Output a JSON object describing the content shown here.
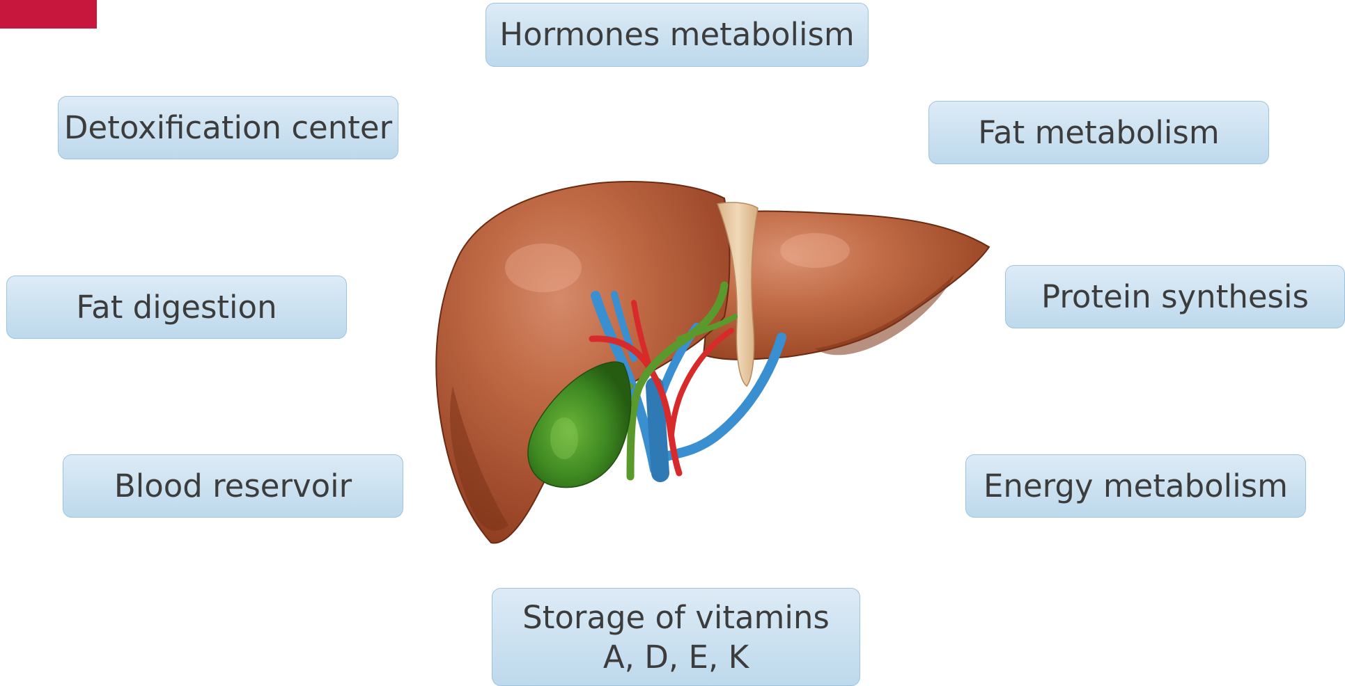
{
  "colors": {
    "accent": "#c8173d",
    "box_fill_top": "#ddebf6",
    "box_fill_bottom": "#bdd9ec",
    "box_border": "#9cc4e0",
    "text": "#3c3c3c",
    "liver": "#b45632",
    "gallbladder": "#3f8a22",
    "artery": "#d82a2a",
    "vein": "#3a8fd0",
    "bile_duct": "#5a9a2c",
    "ligament": "#e8c9a0"
  },
  "illustration": {
    "icon": "liver-with-gallbladder-illustration"
  },
  "labels": {
    "hormones": "Hormones metabolism",
    "detox": "Detoxification center",
    "fat_metabolism": "Fat metabolism",
    "fat_digestion": "Fat digestion",
    "protein": "Protein synthesis",
    "blood": "Blood reservoir",
    "energy": "Energy metabolism",
    "vitamins_line1": "Storage of vitamins",
    "vitamins_line2": "A, D, E, K"
  }
}
